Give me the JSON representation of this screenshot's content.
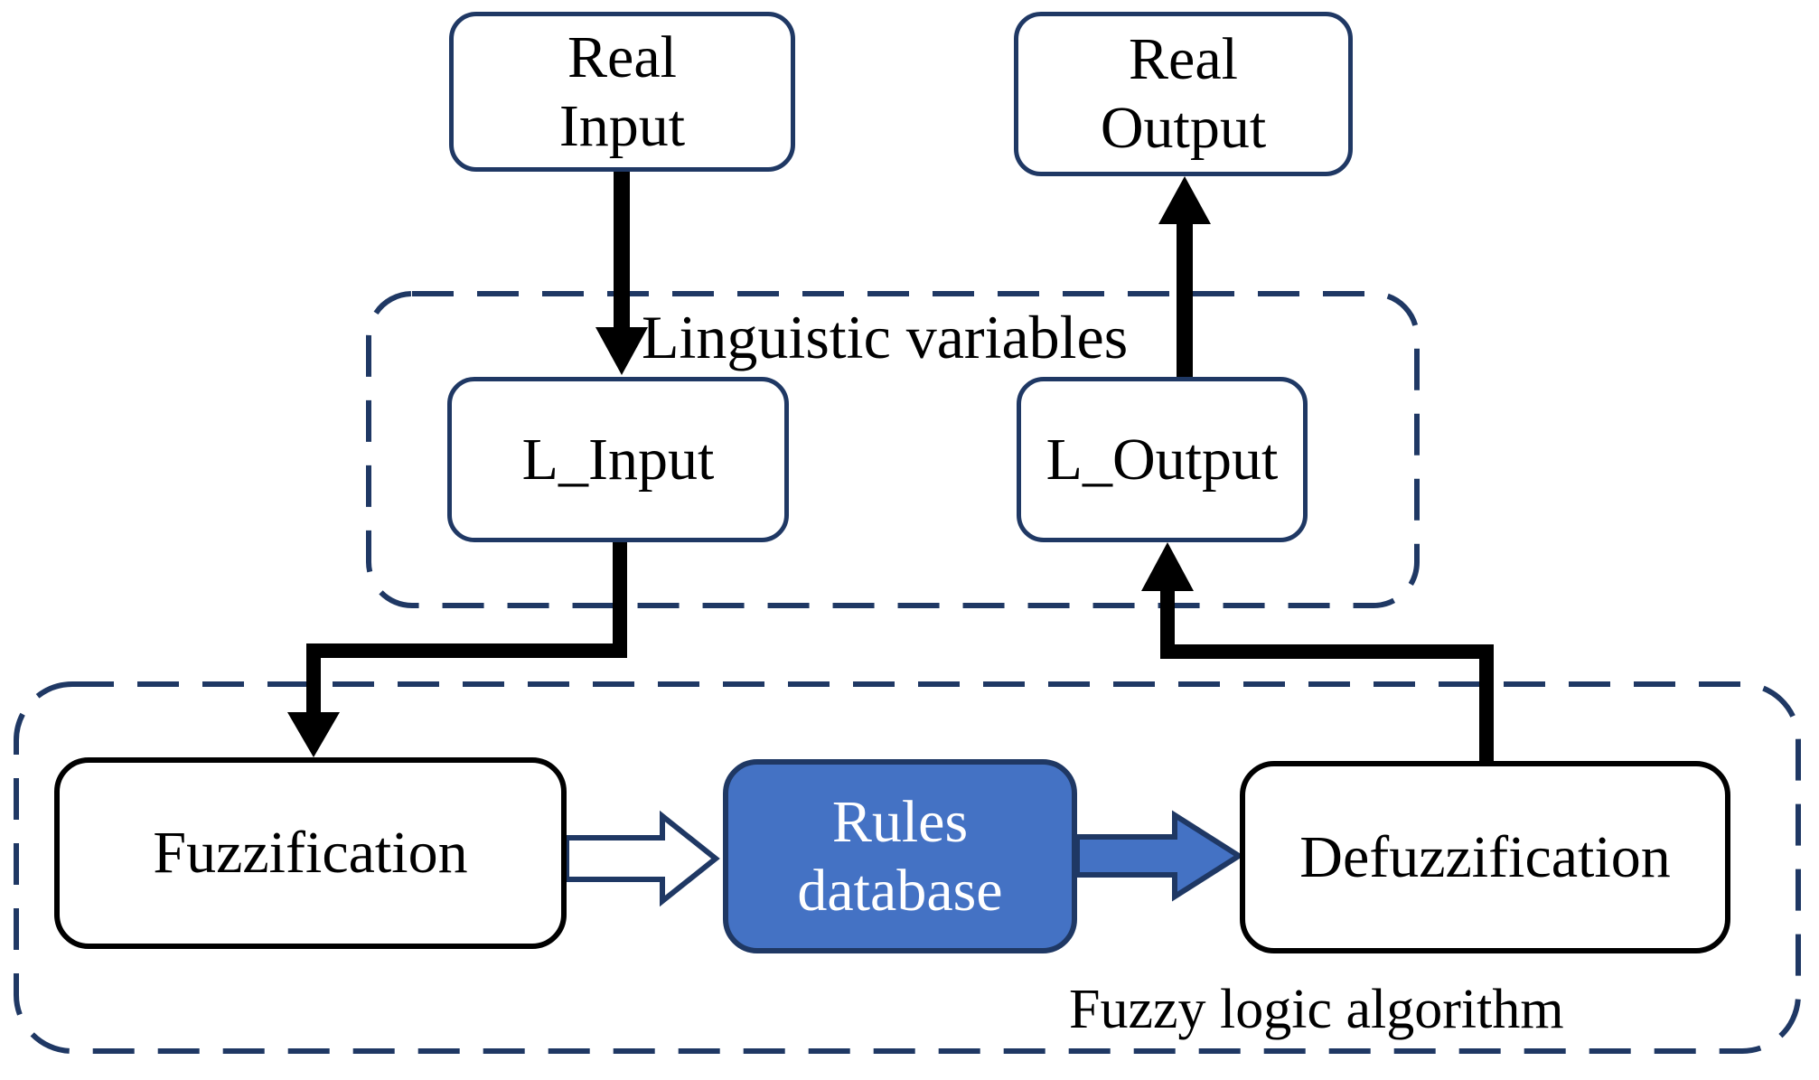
{
  "diagram": {
    "nodes": {
      "real_input": {
        "label": "Real\nInput"
      },
      "real_output": {
        "label": "Real\nOutput"
      },
      "l_input": {
        "label": "L_Input"
      },
      "l_output": {
        "label": "L_Output"
      },
      "fuzzification": {
        "label": "Fuzzification"
      },
      "rules_database": {
        "label": "Rules\ndatabase"
      },
      "defuzzification": {
        "label": "Defuzzification"
      }
    },
    "containers": {
      "linguistic_variables": {
        "label": "Linguistic variables"
      },
      "fuzzy_logic_algorithm": {
        "label": "Fuzzy logic algorithm"
      }
    },
    "edges": [
      {
        "from": "real_input",
        "to": "l_input",
        "style": "thick-black-arrow"
      },
      {
        "from": "l_input",
        "to": "fuzzification",
        "style": "thick-black-elbow-arrow"
      },
      {
        "from": "fuzzification",
        "to": "rules_database",
        "style": "hollow-block-arrow"
      },
      {
        "from": "rules_database",
        "to": "defuzzification",
        "style": "filled-blue-block-arrow"
      },
      {
        "from": "defuzzification",
        "to": "l_output",
        "style": "thick-black-elbow-arrow"
      },
      {
        "from": "l_output",
        "to": "real_output",
        "style": "thick-black-arrow"
      }
    ],
    "colors": {
      "navy": "#1f3864",
      "rules_fill": "#4472c4",
      "arrow_blue": "#4472c4",
      "line_black": "#000000",
      "text_black": "#000000",
      "text_white": "#ffffff",
      "background": "#ffffff"
    }
  }
}
